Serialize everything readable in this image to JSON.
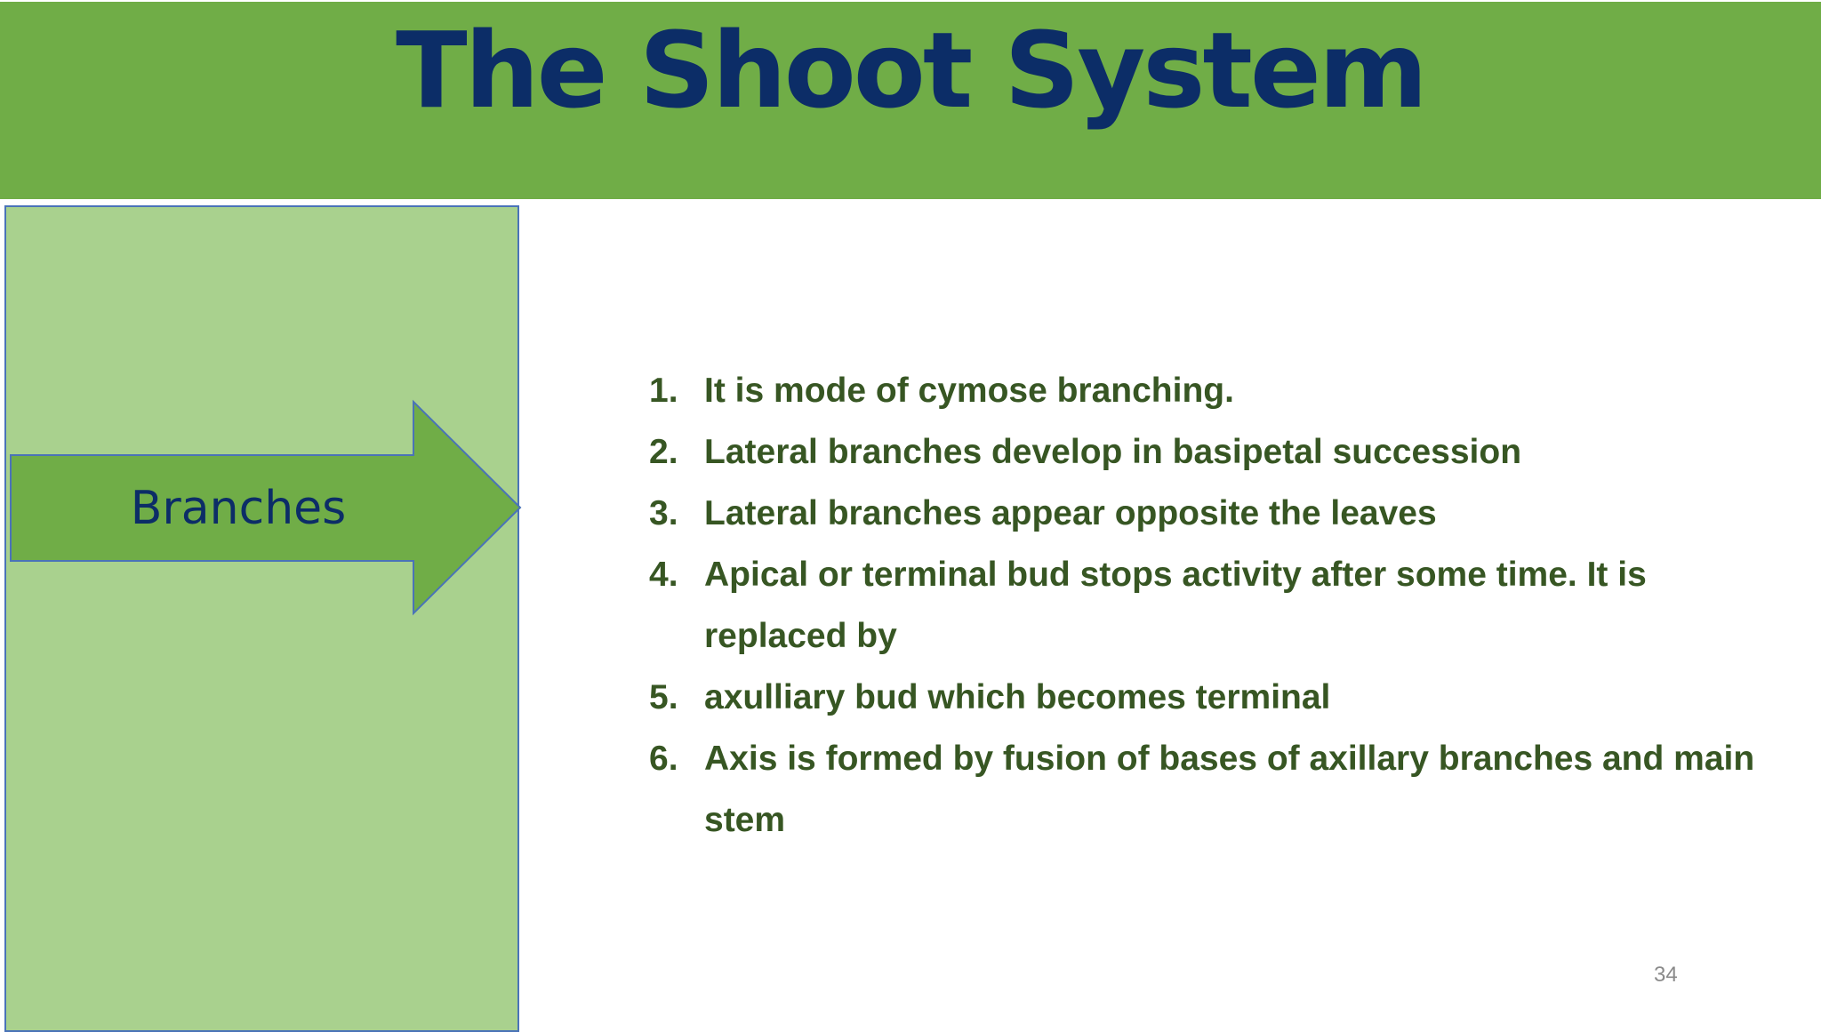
{
  "slide": {
    "title": "The Shoot System",
    "arrow_label": "Branches",
    "page_number": "34",
    "colors": {
      "title_bar": "#70ad47",
      "title_text": "#0c2d67",
      "side_panel": "#a9d18e",
      "arrow_fill": "#70ad47",
      "arrow_stroke": "#4a73b8",
      "list_text": "#375623"
    },
    "items": [
      {
        "number": "1.",
        "text": "It is mode of cymose branching."
      },
      {
        "number": "2.",
        "text": "Lateral branches develop in basipetal succession"
      },
      {
        "number": "3.",
        "text": "Lateral branches appear opposite the leaves"
      },
      {
        "number": "4.",
        "text": "Apical or terminal bud stops activity after some time. It is replaced by"
      },
      {
        "number": "5.",
        "text": "axulliary bud which becomes terminal"
      },
      {
        "number": "6.",
        "text": "Axis is formed by fusion of bases of axillary branches and main stem"
      }
    ]
  }
}
